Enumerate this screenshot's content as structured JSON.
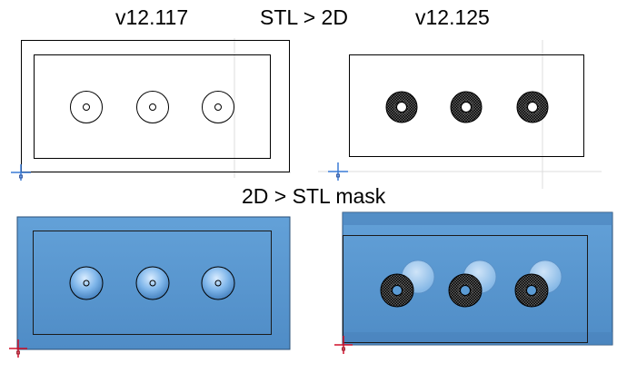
{
  "labels": {
    "version_left": "v12.117",
    "direction_top": "STL > 2D",
    "version_right": "v12.125",
    "direction_bottom": "2D > STL mask"
  },
  "colors": {
    "mask_fill": "#5b9bd5",
    "mask_dark": "#3e6f9c",
    "origin_blue": "#3a7bd5",
    "origin_red": "#d0102a"
  },
  "panels": [
    {
      "name": "2d-outline-v12-117",
      "hole_count": 3
    },
    {
      "name": "2d-outline-v12-125",
      "hole_count": 3
    },
    {
      "name": "stl-mask-v12-117",
      "hole_count": 3
    },
    {
      "name": "stl-mask-v12-125",
      "hole_count": 3
    }
  ]
}
